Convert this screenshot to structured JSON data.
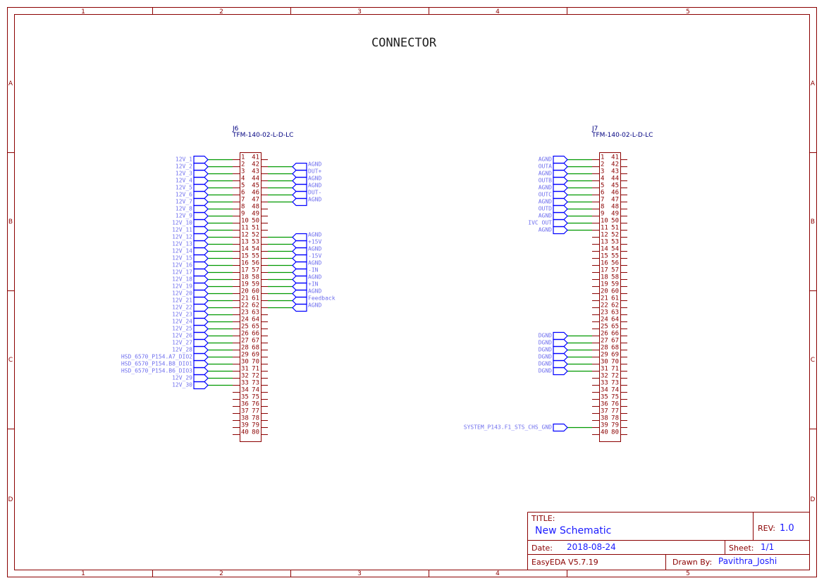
{
  "sheet": {
    "title": "CONNECTOR",
    "columns": [
      "1",
      "2",
      "3",
      "4",
      "5"
    ],
    "rows": [
      "A",
      "B",
      "C",
      "D"
    ]
  },
  "colors": {
    "frame": "#8b0000",
    "wire": "#009900",
    "flag": "#0000ff",
    "net_label": "#6f6fee",
    "designator": "#000080"
  },
  "connectors": [
    {
      "designator": "J6",
      "part": "TFM-140-02-L-D-LC",
      "pin_count": 40,
      "left_nets": {
        "1": "12V_1",
        "2": "12V_2",
        "3": "12V_3",
        "4": "12V_4",
        "5": "12V_5",
        "6": "12V_6",
        "7": "12V_7",
        "8": "12V_8",
        "9": "12V_9",
        "10": "12V_10",
        "11": "12V_11",
        "12": "12V_12",
        "13": "12V_13",
        "14": "12V_14",
        "15": "12V_15",
        "16": "12V_16",
        "17": "12V_17",
        "18": "12V_18",
        "19": "12V_19",
        "20": "12V_20",
        "21": "12V_21",
        "22": "12V_22",
        "23": "12V_23",
        "24": "12V_24",
        "25": "12V_25",
        "26": "12V_26",
        "27": "12V_27",
        "28": "12V_28",
        "29": "HSD_6570_P154.A7_DIO2",
        "30": "HSD_6570_P154.B8_DIO1",
        "31": "HSD_6570_P154.B6_DIO3",
        "32": "12V_29",
        "33": "12V_30"
      },
      "right_nets": {
        "42": "AGND",
        "43": "DUT+",
        "44": "AGND",
        "45": "AGND",
        "46": "DUT-",
        "47": "AGND",
        "52": "AGND",
        "53": "+15V",
        "54": "AGND",
        "55": "-15V",
        "56": "AGND",
        "57": "-IN",
        "58": "AGND",
        "59": "+IN",
        "60": "AGND",
        "61": "Feedback",
        "62": "AGND"
      }
    },
    {
      "designator": "J7",
      "part": "TFM-140-02-L-D-LC",
      "pin_count": 40,
      "left_nets": {
        "1": "AGND",
        "2": "OUTA",
        "3": "AGND",
        "4": "OUTB",
        "5": "AGND",
        "6": "OUTC",
        "7": "AGND",
        "8": "OUTD",
        "9": "AGND",
        "10": "IVC OUT",
        "11": "AGND",
        "26": "DGND",
        "27": "DGND",
        "28": "DGND",
        "29": "DGND",
        "30": "DGND",
        "31": "DGND",
        "39": "SYSTEM_P143.F1_STS_CHS_GND"
      },
      "right_nets": {}
    }
  ],
  "title_block": {
    "title_label": "TITLE:",
    "title": "New Schematic",
    "rev_label": "REV:",
    "rev": "1.0",
    "date_label": "Date:",
    "date": "2018-08-24",
    "sheet_label": "Sheet:",
    "sheet": "1/1",
    "software": "EasyEDA V5.7.19",
    "drawn_by_label": "Drawn By:",
    "drawn_by": "Pavithra_Joshi"
  }
}
